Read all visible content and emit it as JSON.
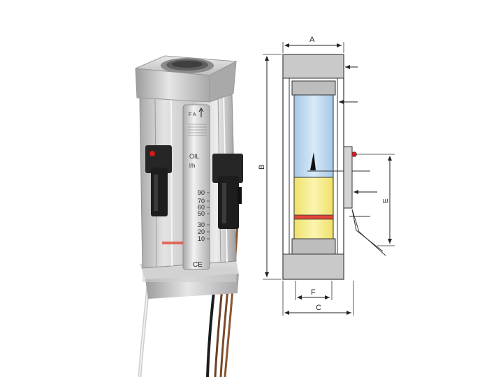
{
  "photo": {
    "scale_labels": [
      "90",
      "70",
      "60",
      "50",
      "30",
      "20",
      "10"
    ],
    "unit_label": "l/h",
    "fluid_label": "OIL",
    "ce_mark": "CE",
    "cap_label": "F A"
  },
  "drawing": {
    "dimension_labels": {
      "a": "A",
      "b": "B",
      "c": "C",
      "e": "E",
      "f": "F"
    }
  },
  "colors": {
    "metal": "#c9c9c9",
    "tube_glass": "#bcd9f0",
    "float_yellow": "#f8ee88",
    "red_band": "#e0473a",
    "led_red": "#d11a1a",
    "sensor_black": "#232323",
    "cable_brown": "#7a4a2a",
    "cable_white": "#e3e3e3"
  }
}
